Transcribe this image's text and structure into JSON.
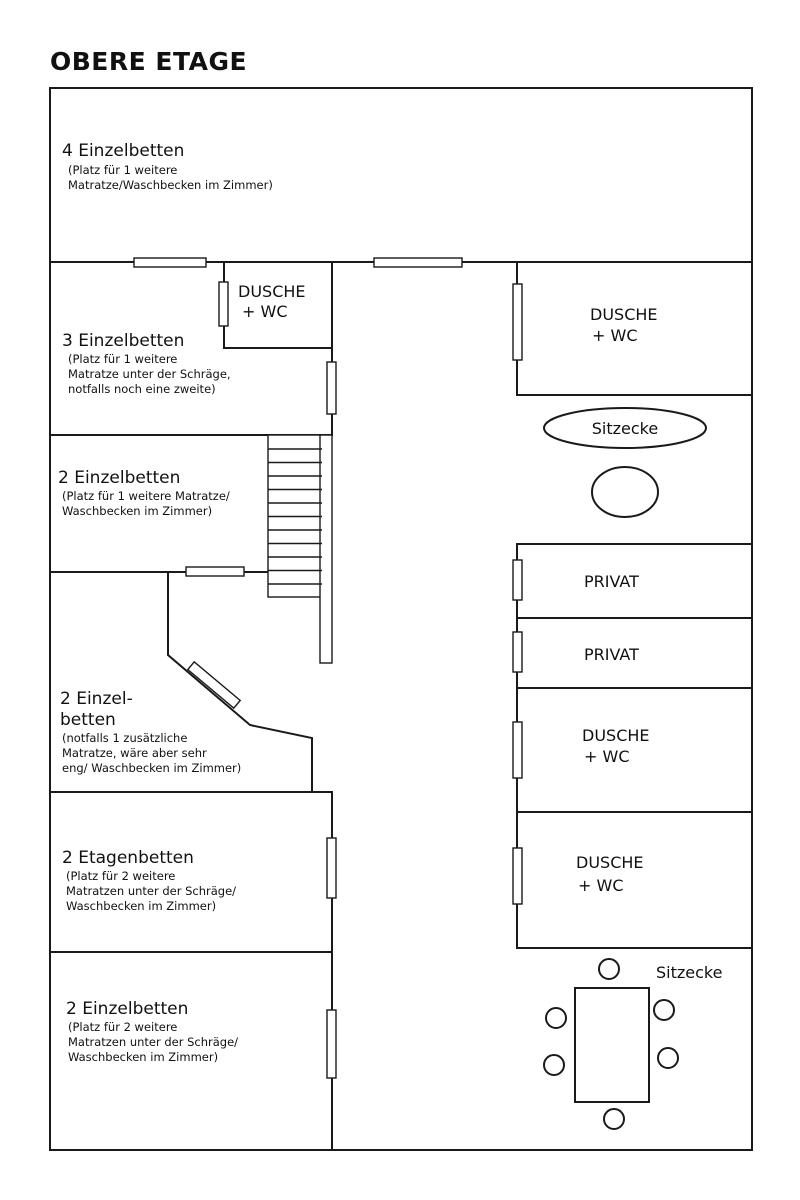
{
  "title": "OBERE ETAGE",
  "rooms": {
    "r1": {
      "name": "4 Einzelbetten",
      "note": [
        "(Platz für 1 weitere",
        "Matratze/Waschbecken im Zimmer)"
      ]
    },
    "r2": {
      "name": "3 Einzelbetten",
      "note": [
        "(Platz für 1 weitere",
        "Matratze unter der Schräge,",
        "notfalls noch eine zweite)"
      ]
    },
    "r3": {
      "name": "2 Einzelbetten",
      "note": [
        "(Platz für 1 weitere Matratze/",
        "Waschbecken im Zimmer)"
      ]
    },
    "r4": {
      "name": [
        "2 Einzel-",
        "betten"
      ],
      "note": [
        "(notfalls 1 zusätzliche",
        "Matratze, wäre aber sehr",
        "eng/ Waschbecken im Zimmer)"
      ]
    },
    "r5": {
      "name": "2 Etagenbetten",
      "note": [
        "(Platz für 2 weitere",
        "Matratzen unter der Schräge/",
        "Waschbecken im Zimmer)"
      ]
    },
    "r6": {
      "name": "2 Einzelbetten",
      "note": [
        "(Platz für 2 weitere",
        "Matratzen unter der Schräge/",
        "Waschbecken im Zimmer)"
      ]
    }
  },
  "bath_small": [
    "DUSCHE",
    "+ WC"
  ],
  "bath_right_1": [
    "DUSCHE",
    "+ WC"
  ],
  "bath_right_2": [
    "DUSCHE",
    "+ WC"
  ],
  "bath_right_3": [
    "DUSCHE",
    "+ WC"
  ],
  "privat_1": "PRIVAT",
  "privat_2": "PRIVAT",
  "sitzecke_1": "Sitzecke",
  "sitzecke_2": "Sitzecke"
}
